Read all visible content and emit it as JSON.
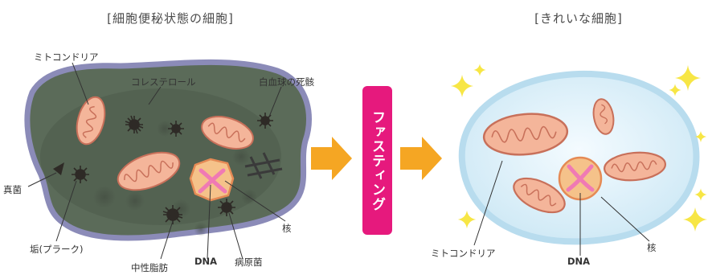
{
  "titles": {
    "left": "[細胞便秘状態の細胞]",
    "right": "[きれいな細胞]"
  },
  "center_label": "ファスティング",
  "left_labels": {
    "mitochondria": "ミトコンドリア",
    "cholesterol": "コレステロール",
    "dead_wbc": "白血球の死骸",
    "fungus": "真菌",
    "plaque": "垢(プラーク)",
    "neutral_fat": "中性脂肪",
    "dna": "DNA",
    "pathogen": "病原菌",
    "nucleus": "核"
  },
  "right_labels": {
    "mitochondria": "ミトコンドリア",
    "dna": "DNA",
    "nucleus": "核"
  },
  "colors": {
    "dirty_cell_fill": "#5b6b59",
    "dirty_cell_border": "#8b8bb8",
    "clean_cell_fill": "#dceff8",
    "clean_cell_border": "#b8dcee",
    "mito_fill": "#f4b59a",
    "mito_stroke": "#c8705a",
    "arrow": "#f5a623",
    "fasting_box": "#e6197d",
    "dna": "#f07ab4",
    "sparkle": "#f7e645"
  }
}
